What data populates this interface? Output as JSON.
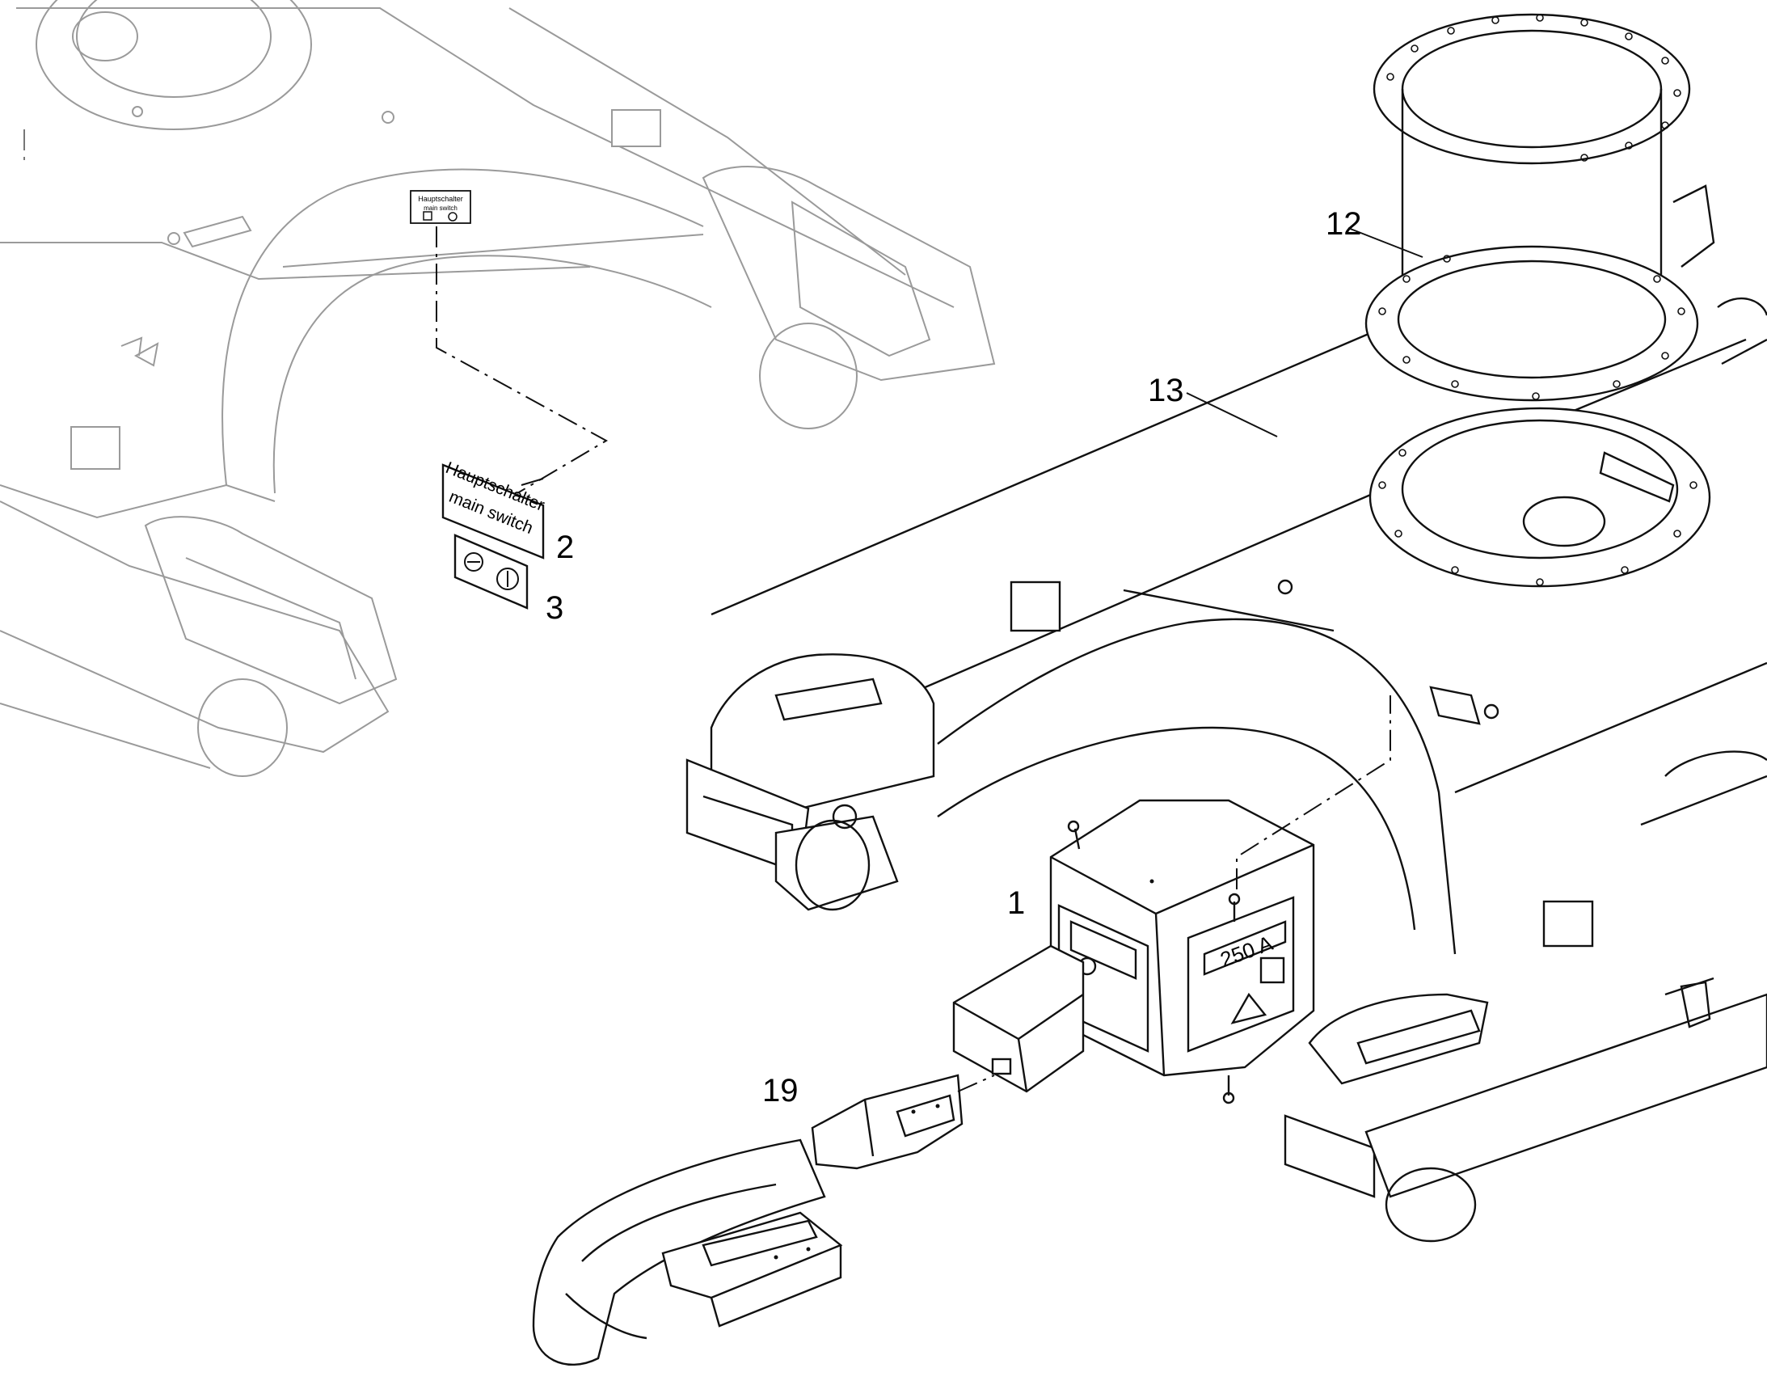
{
  "callouts": {
    "part_1": "1",
    "part_2": "2",
    "part_3": "3",
    "part_12": "12",
    "part_13": "13",
    "part_19": "19"
  },
  "decals": {
    "main_switch_line1": "Hauptschalter",
    "main_switch_line2": "main switch",
    "small_label_line1": "Hauptschalter",
    "small_label_line2": "main switch",
    "switch_box_rating": "250 A"
  },
  "colors": {
    "ink": "#111111",
    "ghost": "#9a9a9a",
    "background": "#ffffff"
  }
}
